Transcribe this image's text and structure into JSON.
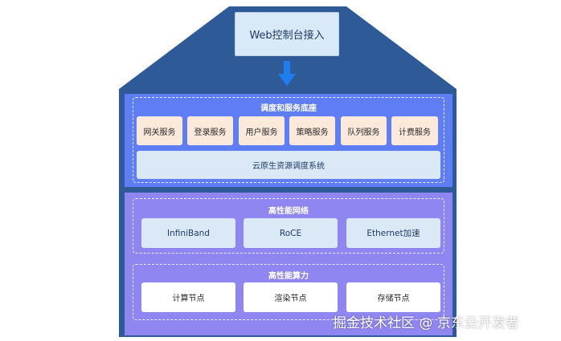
{
  "entry": {
    "label": "Web控制台接入"
  },
  "scheduling": {
    "title": "调度和服务底座",
    "services": [
      "网关服务",
      "登录服务",
      "用户服务",
      "策略服务",
      "队列服务",
      "计费服务"
    ],
    "system": "云原生资源调度系统"
  },
  "network": {
    "title": "高性能网络",
    "items": [
      "InfiniBand",
      "RoCE",
      "Ethernet加速"
    ]
  },
  "compute": {
    "title": "高性能算力",
    "items": [
      "计算节点",
      "渲染节点",
      "存储节点"
    ]
  },
  "watermark": "掘金技术社区 @ 京东云开发者",
  "colors": {
    "roof": "#2e5a97",
    "scheduling_panel": "#5f7ef5",
    "lower_panel": "#8f86f2",
    "arrow": "#1e7df0"
  }
}
